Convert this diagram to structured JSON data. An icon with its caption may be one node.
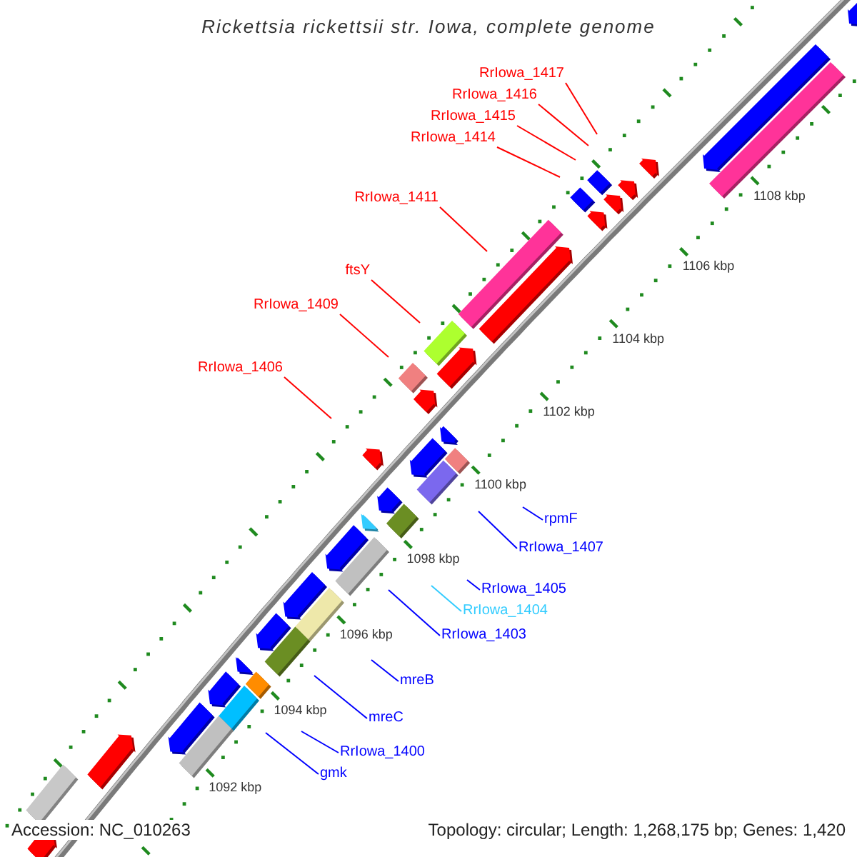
{
  "diagram": {
    "title": "Rickettsia rickettsii str. Iowa, complete genome",
    "nodes": [
      {
        "text": [
          "RrIowa_1417"
        ]
      },
      {
        "text": [
          "RrIowa_1416"
        ]
      },
      {
        "text": [
          "RrIowa_1415"
        ]
      },
      {
        "text": [
          "RrIowa_1414"
        ]
      },
      {
        "text": [
          "RrIowa_1411"
        ]
      },
      {
        "text": [
          "ftsY"
        ]
      },
      {
        "text": [
          "RrIowa_1409"
        ]
      },
      {
        "text": [
          "RrIowa_1406"
        ]
      },
      {
        "text": [
          "rpmF"
        ]
      },
      {
        "text": [
          "RrIowa_1407"
        ]
      },
      {
        "text": [
          "RrIowa_1405"
        ]
      },
      {
        "text": [
          "RrIowa_1404"
        ]
      },
      {
        "text": [
          "RrIowa_1403"
        ]
      },
      {
        "text": [
          "mreB"
        ]
      },
      {
        "text": [
          "mreC"
        ]
      },
      {
        "text": [
          "RrIowa_1400"
        ]
      },
      {
        "text": [
          "gmk"
        ]
      }
    ],
    "edges": [
      {
        "from": 0,
        "to": null,
        "arrow": "none",
        "color": "#ff0000"
      },
      {
        "from": 1,
        "to": null,
        "arrow": "none",
        "color": "#ff0000"
      },
      {
        "from": 2,
        "to": null,
        "arrow": "none",
        "color": "#ff0000"
      },
      {
        "from": 3,
        "to": null,
        "arrow": "none",
        "color": "#ff0000"
      },
      {
        "from": 4,
        "to": null,
        "arrow": "none",
        "color": "#ff0000"
      },
      {
        "from": 5,
        "to": null,
        "arrow": "none",
        "color": "#ff0000"
      },
      {
        "from": 6,
        "to": null,
        "arrow": "none",
        "color": "#ff0000"
      },
      {
        "from": 7,
        "to": null,
        "arrow": "none",
        "color": "#ff0000"
      },
      {
        "from": 8,
        "to": null,
        "arrow": "none",
        "color": "#0000ff"
      },
      {
        "from": 9,
        "to": null,
        "arrow": "none",
        "color": "#0000ff"
      },
      {
        "from": 10,
        "to": null,
        "arrow": "none",
        "color": "#0000ff"
      },
      {
        "from": 11,
        "to": null,
        "arrow": "none",
        "color": "#33ccff"
      },
      {
        "from": 12,
        "to": null,
        "arrow": "none",
        "color": "#0000ff"
      },
      {
        "from": 13,
        "to": null,
        "arrow": "none",
        "color": "#0000ff"
      },
      {
        "from": 14,
        "to": null,
        "arrow": "none",
        "color": "#0000ff"
      },
      {
        "from": 15,
        "to": null,
        "arrow": "none",
        "color": "#0000ff"
      },
      {
        "from": 16,
        "to": null,
        "arrow": "none",
        "color": "#0000ff"
      }
    ],
    "labels": [
      "1108 kbp",
      "1106 kbp",
      "1104 kbp",
      "1102 kbp",
      "1100 kbp",
      "1098 kbp",
      "1096 kbp",
      "1094 kbp",
      "1092 kbp",
      "Accession: NC_010263",
      "Topology: circular; Length: 1,268,175 bp; Genes: 1,420"
    ]
  }
}
